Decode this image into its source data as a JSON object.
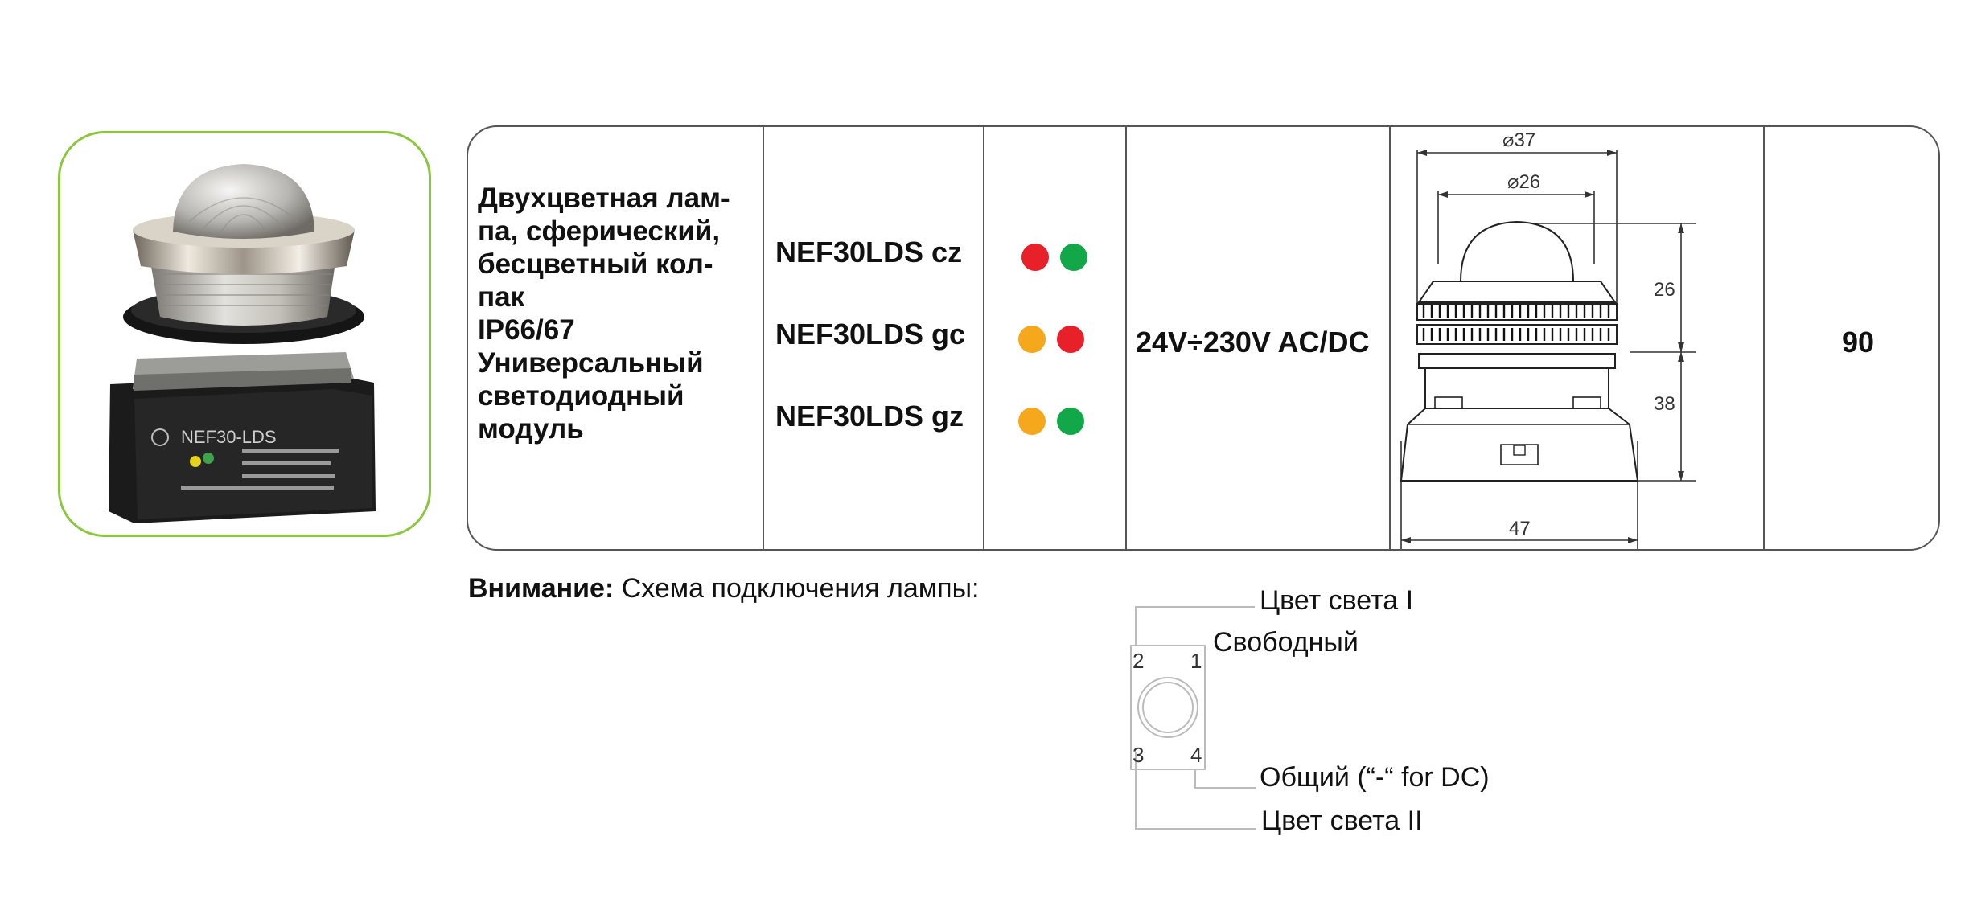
{
  "product": {
    "description_lines": [
      "Двухцветная лам-",
      "па, сферический,",
      "бесцветный кол-",
      "пак",
      "IP66/67",
      "Универсальный",
      "светодиодный",
      "модуль"
    ],
    "variants": [
      {
        "code": "NEF30LDS cz",
        "colors": [
          "#e8202a",
          "#12a84a"
        ]
      },
      {
        "code": "NEF30LDS gc",
        "colors": [
          "#f6a81c",
          "#e8202a"
        ]
      },
      {
        "code": "NEF30LDS gz",
        "colors": [
          "#f6a81c",
          "#12a84a"
        ]
      }
    ],
    "voltage": "24V÷230V AC/DC",
    "price": "90",
    "photo_marking": "NEF30-LDS"
  },
  "dimensions": {
    "outer_diameter": "⌀37",
    "inner_diameter": "⌀26",
    "cap_height": "26",
    "body_height": "38",
    "width": "47"
  },
  "note": {
    "label": "Внимание:",
    "text": " Схема подключения лампы:"
  },
  "wiring": {
    "terminals": [
      "2",
      "1",
      "3",
      "4"
    ],
    "labels": {
      "color_1": "Цвет света I",
      "free": "Свободный",
      "common": "Общий (“-“ for DC)",
      "color_2": "Цвет света II"
    }
  },
  "colors": {
    "frame_green": "#8cc63f",
    "red": "#e8202a",
    "green": "#12a84a",
    "amber": "#f6a81c"
  }
}
